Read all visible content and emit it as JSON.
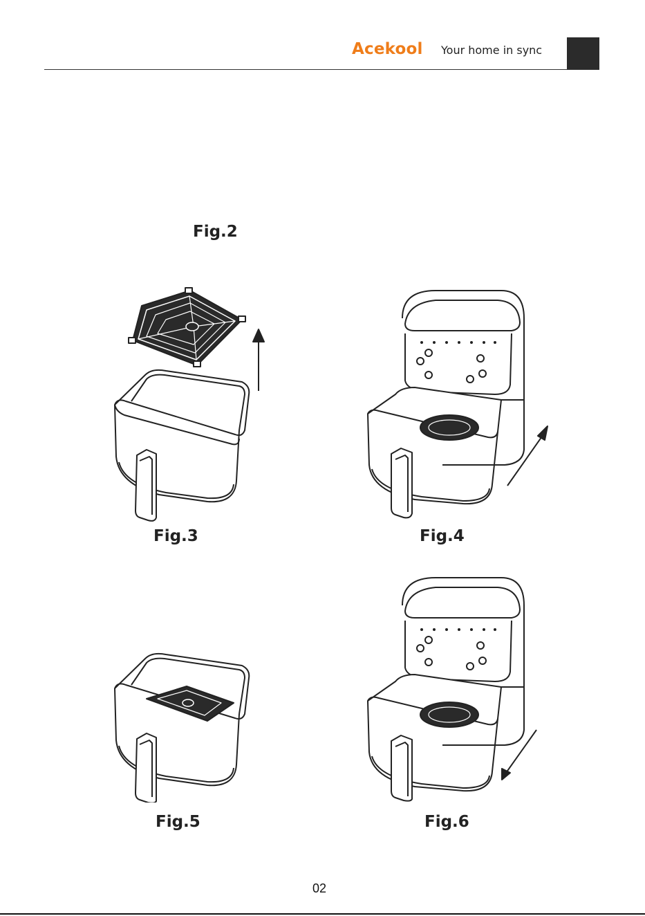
{
  "header": {
    "brand": "Acekool",
    "tagline": "Your home in sync"
  },
  "figures": {
    "fig2": "Fig.2",
    "fig3": "Fig.3",
    "fig4": "Fig.4",
    "fig5": "Fig.5",
    "fig6": "Fig.6"
  },
  "illustrations": {
    "fig3_arrow_direction": "up",
    "fig4_arrow_direction": "up-right",
    "fig6_arrow_direction": "down-left"
  },
  "footer": {
    "page_number": "02"
  }
}
